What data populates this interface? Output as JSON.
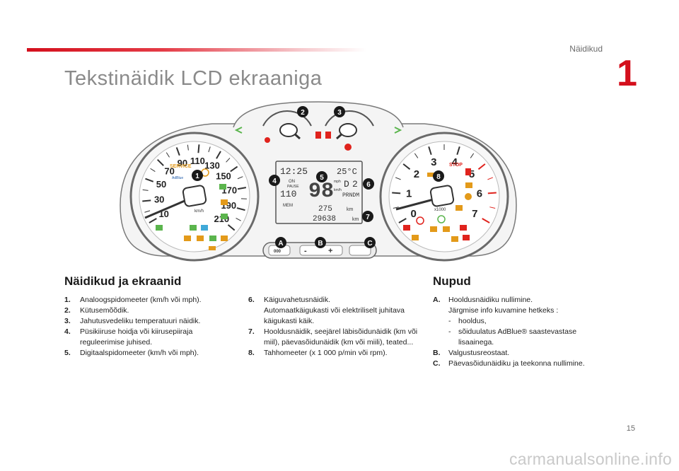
{
  "header": {
    "section_label": "Näidikud",
    "chapter_number": "1",
    "page_title": "Tekstinäidik LCD ekraaniga"
  },
  "cluster": {
    "callouts": [
      "1",
      "2",
      "3",
      "4",
      "5",
      "6",
      "7",
      "8",
      "A",
      "B",
      "C"
    ],
    "service_text": "SERVICE",
    "adblue_text": "AdBlue",
    "stop_text": "STOP",
    "speed_unit": "km/h",
    "rpm_unit": "x1000",
    "speed_ticks": [
      "10",
      "30",
      "50",
      "70",
      "90",
      "110",
      "130",
      "150",
      "170",
      "190",
      "210"
    ],
    "rpm_ticks": [
      "0",
      "1",
      "2",
      "3",
      "4",
      "5",
      "6",
      "7"
    ],
    "lcd": {
      "time": "12:25",
      "temperature": "25°C",
      "speed": "98",
      "speed_unit_mph": "mph",
      "speed_unit_kmh": "km/h",
      "limit": "110",
      "on_label": "ON",
      "pause_label": "PAUSE",
      "gear": "D",
      "gear_num": "2",
      "gears": "PRNDM",
      "mem_label": "MEM",
      "trip": "275",
      "trip_unit": "km",
      "odo": "29638",
      "odo_unit": "km"
    },
    "buttons": {
      "a_label": "000",
      "b_minus": "-",
      "b_plus": "+"
    }
  },
  "left_section": {
    "heading": "Näidikud ja ekraanid",
    "items": [
      {
        "num": "1.",
        "text": "Analoogspidomeeter (km/h või mph)."
      },
      {
        "num": "2.",
        "text": "Kütusemõõdik."
      },
      {
        "num": "3.",
        "text": "Jahutusvedeliku temperatuuri näidik."
      },
      {
        "num": "4.",
        "text": "Püsikiiruse hoidja või kiirusepiiraja reguleerimise juhised."
      },
      {
        "num": "5.",
        "text": "Digitaalspidomeeter (km/h või mph)."
      }
    ]
  },
  "middle_section": {
    "items": [
      {
        "num": "6.",
        "text": "Käiguvahetusnäidik.",
        "sub": "Automaatkäigukasti või elektriliselt juhitava käigukasti käik."
      },
      {
        "num": "7.",
        "text": "Hooldusnäidik, seejärel läbisõidunäidik (km või miil), päevasõidunäidik (km või miili), teated..."
      },
      {
        "num": "8.",
        "text": "Tahhomeeter (x 1 000 p/min või rpm)."
      }
    ]
  },
  "right_section": {
    "heading": "Nupud",
    "items": [
      {
        "num": "A.",
        "text": "Hooldusnäidiku nullimine.",
        "sub": "Järgmise info kuvamine hetkeks :",
        "dash1": "hooldus,",
        "dash2": "sõiduulatus AdBlue® saastevastase lisaainega."
      },
      {
        "num": "B.",
        "text": "Valgustusreostaat."
      },
      {
        "num": "C.",
        "text": "Päevasõidunäidiku ja teekonna nullimine."
      }
    ]
  },
  "footer": {
    "page_number": "15",
    "watermark": "carmanualsonline.info"
  }
}
